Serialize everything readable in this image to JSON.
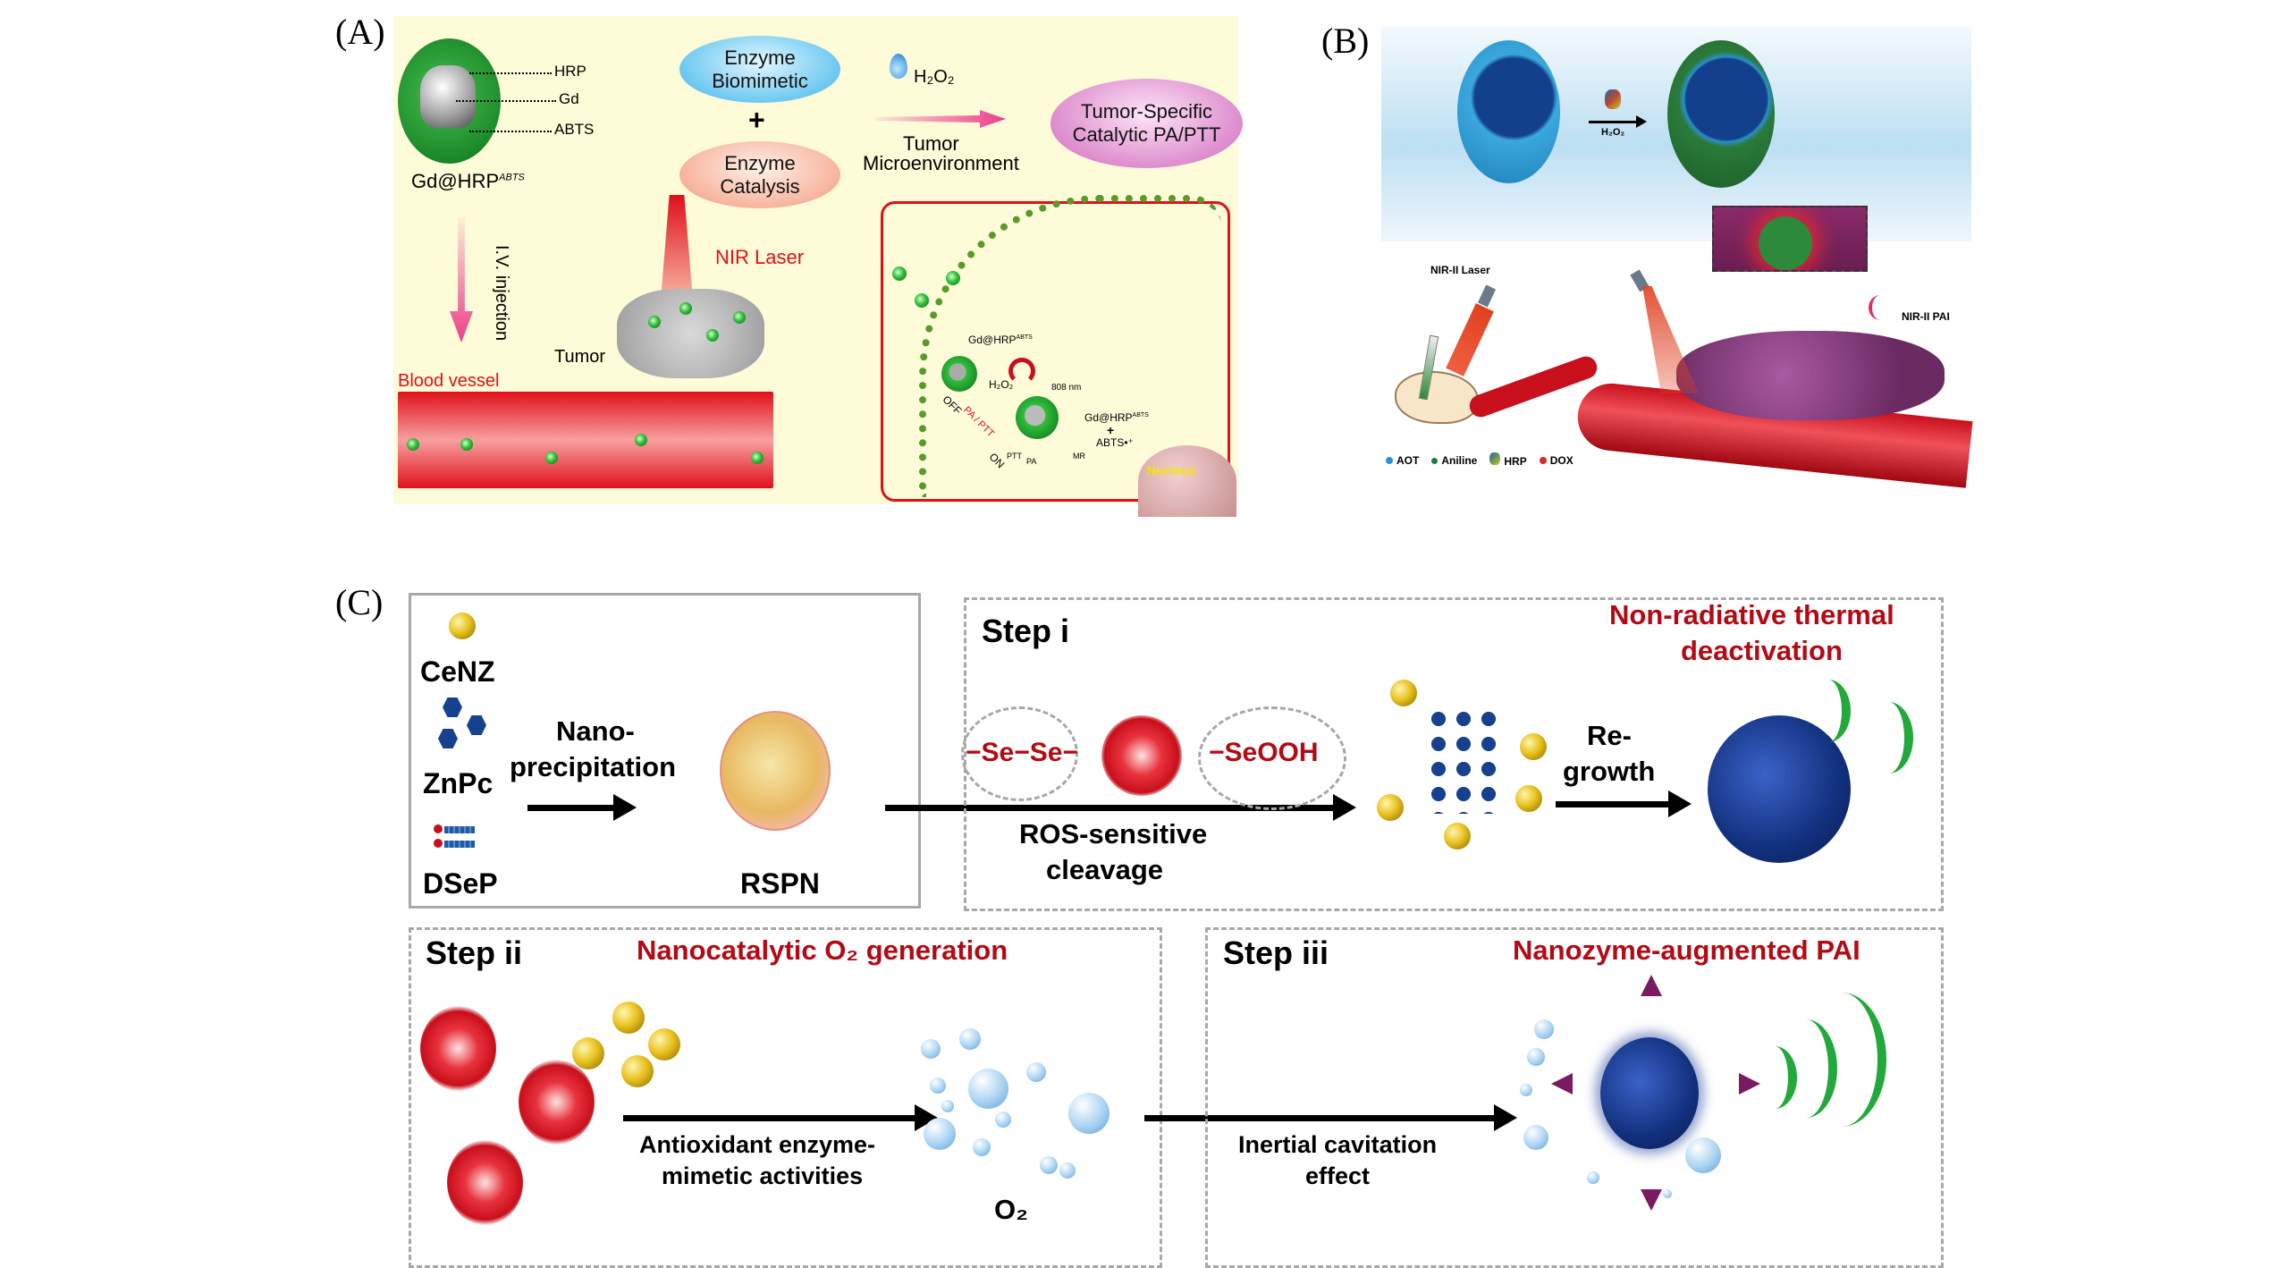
{
  "figure": {
    "panel_labels": {
      "a": "(A)",
      "b": "(B)",
      "c": "(C)"
    }
  },
  "panel_a": {
    "particle_name": "Gd@HRP",
    "particle_sup": "ABTS",
    "particle_parts": [
      "HRP",
      "Gd",
      "ABTS"
    ],
    "ellipse_top": [
      "Enzyme",
      "Biomimetic"
    ],
    "plus": "+",
    "ellipse_bottom": [
      "Enzyme",
      "Catalysis"
    ],
    "h2o2": "H₂O₂",
    "tme": [
      "Tumor",
      "Microenvironment"
    ],
    "outcome": [
      "Tumor-Specific",
      "Catalytic PA/PTT"
    ],
    "iv_injection": "I.V. injection",
    "nir_laser": "NIR Laser",
    "tumor": "Tumor",
    "blood_vessel": "Blood vessel",
    "inset": {
      "particle_name_1": "Gd@HRP",
      "particle_sup": "ABTS",
      "h2o2": "H₂O₂",
      "wavelength": "808 nm",
      "off": "OFF",
      "pa_ptt": "PA / PTT",
      "on": "ON",
      "ptt": "PTT",
      "pa": "PA",
      "mr": "MR",
      "particle_name_2": "Gd@HRP",
      "plus": "+",
      "abts": "ABTS•⁺",
      "nucleus": "Nucleus"
    },
    "colors": {
      "background": "#fdfbd8",
      "accent_red": "#e0101a",
      "pink": "#ea3d8c"
    }
  },
  "panel_b": {
    "h2o2": "H₂O₂",
    "nir_laser": "NIR-II Laser",
    "nir_pai": "NIR-II PAI",
    "legend": [
      {
        "label": "AOT",
        "color": "#2a8fd8"
      },
      {
        "label": "Aniline",
        "color": "#1b7a3a"
      },
      {
        "label": "HRP",
        "color": "#6a9a50"
      },
      {
        "label": "DOX",
        "color": "#d8282c"
      }
    ]
  },
  "panel_c": {
    "ingredients": [
      "CeNZ",
      "ZnPc",
      "DSeP"
    ],
    "nano_precipitation": [
      "Nano-",
      "precipitation"
    ],
    "rspn": "RSPN",
    "step_i": {
      "title": "Step i",
      "subtitle": [
        "Non-radiative  thermal",
        "deactivation"
      ],
      "se_se": "−Se−Se−",
      "seooh": "−SeOOH",
      "arrow_label": [
        "ROS-sensitive",
        "cleavage"
      ],
      "regrowth": [
        "Re-",
        "growth"
      ]
    },
    "step_ii": {
      "title": "Step ii",
      "subtitle": "Nanocatalytic  O₂ generation",
      "arrow_label": [
        "Antioxidant enzyme-",
        "mimetic activities"
      ],
      "product": "O₂"
    },
    "step_iii": {
      "title": "Step iii",
      "subtitle": "Nanozyme-augmented  PAI",
      "arrow_label": [
        "Inertial cavitation",
        "effect"
      ]
    },
    "colors": {
      "title_red": "#b40a14",
      "border_gray": "#a8a8a8",
      "nano_blue": "#12307e",
      "wave_green": "#23a83c"
    }
  }
}
